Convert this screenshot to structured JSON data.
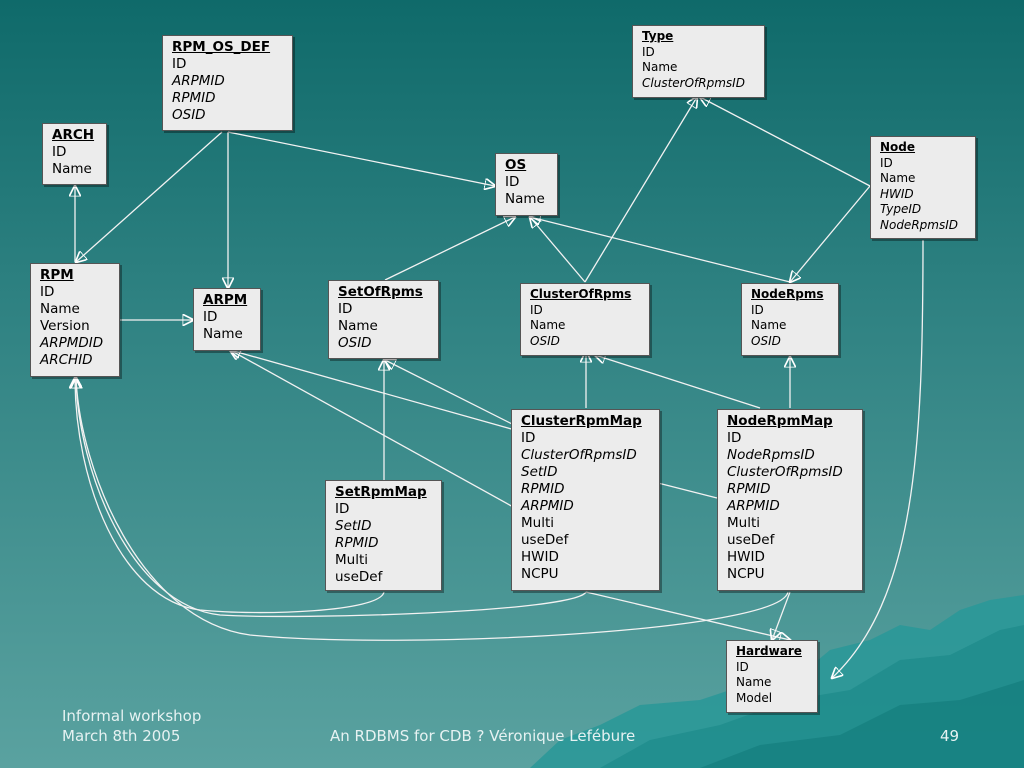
{
  "colors": {
    "accent": "#ffffff",
    "box_fill": "#ececec",
    "background": "#1f7575"
  },
  "entities": {
    "rpm_os_def": {
      "title": "RPM_OS_DEF",
      "fields": [
        {
          "t": "ID",
          "it": false
        },
        {
          "t": "ARPMID",
          "it": true
        },
        {
          "t": "RPMID",
          "it": true
        },
        {
          "t": "OSID",
          "it": true
        }
      ]
    },
    "arch": {
      "title": "ARCH",
      "fields": [
        {
          "t": "ID",
          "it": false
        },
        {
          "t": "Name",
          "it": false
        }
      ]
    },
    "os": {
      "title": "OS",
      "fields": [
        {
          "t": "ID",
          "it": false
        },
        {
          "t": "Name",
          "it": false
        }
      ]
    },
    "type": {
      "title": "Type",
      "fields": [
        {
          "t": "ID",
          "it": false
        },
        {
          "t": "Name",
          "it": false
        },
        {
          "t": "ClusterOfRpmsID",
          "it": true
        }
      ]
    },
    "node": {
      "title": "Node",
      "fields": [
        {
          "t": "ID",
          "it": false
        },
        {
          "t": "Name",
          "it": false
        },
        {
          "t": "HWID",
          "it": true
        },
        {
          "t": "TypeID",
          "it": true
        },
        {
          "t": "NodeRpmsID",
          "it": true
        }
      ]
    },
    "rpm": {
      "title": "RPM",
      "fields": [
        {
          "t": "ID",
          "it": false
        },
        {
          "t": "Name",
          "it": false
        },
        {
          "t": "Version",
          "it": false
        },
        {
          "t": "ARPMDID",
          "it": true
        },
        {
          "t": "ARCHID",
          "it": true
        }
      ]
    },
    "arpm": {
      "title": "ARPM",
      "fields": [
        {
          "t": "ID",
          "it": false
        },
        {
          "t": "Name",
          "it": false
        }
      ]
    },
    "setofrpms": {
      "title": "SetOfRpms",
      "fields": [
        {
          "t": "ID",
          "it": false
        },
        {
          "t": "Name",
          "it": false
        },
        {
          "t": "OSID",
          "it": true
        }
      ]
    },
    "clusterofrpms": {
      "title": "ClusterOfRpms",
      "fields": [
        {
          "t": "ID",
          "it": false
        },
        {
          "t": "Name",
          "it": false
        },
        {
          "t": "OSID",
          "it": true
        }
      ]
    },
    "noderpms": {
      "title": "NodeRpms",
      "fields": [
        {
          "t": "ID",
          "it": false
        },
        {
          "t": "Name",
          "it": false
        },
        {
          "t": "OSID",
          "it": true
        }
      ]
    },
    "clusterrpmmap": {
      "title": "ClusterRpmMap",
      "fields": [
        {
          "t": "ID",
          "it": false
        },
        {
          "t": "ClusterOfRpmsID",
          "it": true
        },
        {
          "t": "SetID",
          "it": true
        },
        {
          "t": "RPMID",
          "it": true
        },
        {
          "t": "ARPMID",
          "it": true
        },
        {
          "t": "Multi",
          "it": false
        },
        {
          "t": "useDef",
          "it": false
        },
        {
          "t": "HWID",
          "it": false
        },
        {
          "t": "NCPU",
          "it": false
        }
      ]
    },
    "noderpmmap": {
      "title": "NodeRpmMap",
      "fields": [
        {
          "t": "ID",
          "it": false
        },
        {
          "t": "NodeRpmsID",
          "it": true
        },
        {
          "t": "ClusterOfRpmsID",
          "it": true
        },
        {
          "t": "RPMID",
          "it": true
        },
        {
          "t": "ARPMID",
          "it": true
        },
        {
          "t": "Multi",
          "it": false
        },
        {
          "t": "useDef",
          "it": false
        },
        {
          "t": "HWID",
          "it": false
        },
        {
          "t": "NCPU",
          "it": false
        }
      ]
    },
    "setrpmmap": {
      "title": "SetRpmMap",
      "fields": [
        {
          "t": "ID",
          "it": false
        },
        {
          "t": "SetID",
          "it": true
        },
        {
          "t": "RPMID",
          "it": true
        },
        {
          "t": "Multi",
          "it": false
        },
        {
          "t": "useDef",
          "it": false
        }
      ]
    },
    "hardware": {
      "title": "Hardware",
      "fields": [
        {
          "t": "ID",
          "it": false
        },
        {
          "t": "Name",
          "it": false
        },
        {
          "t": "Model",
          "it": false
        }
      ]
    }
  },
  "footer": {
    "left_line1": "Informal workshop",
    "left_line2": "March 8th 2005",
    "center": "An RDBMS for CDB ? Véronique Lefébure",
    "page": "49"
  }
}
